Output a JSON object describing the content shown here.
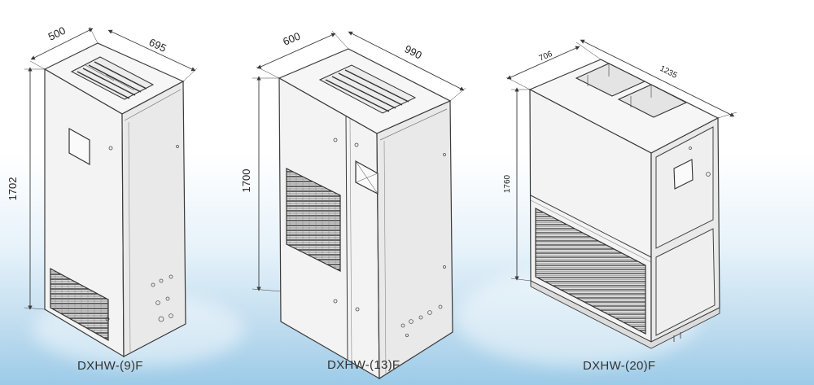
{
  "header_fragment": "",
  "units": [
    {
      "model": "DXHW-(9)F",
      "dims": {
        "width": "500",
        "depth": "695",
        "height": "1702"
      }
    },
    {
      "model": "DXHW-(13)F",
      "dims": {
        "width": "600",
        "depth": "990",
        "height": "1700"
      }
    },
    {
      "model": "DXHW-(20)F",
      "dims": {
        "width": "706",
        "depth": "1235",
        "height": "1760"
      }
    }
  ],
  "colors": {
    "line": "#3a3a3a",
    "panel": "#f4f4f4",
    "panel_side": "#e8e8e8",
    "grille": "#444444"
  }
}
